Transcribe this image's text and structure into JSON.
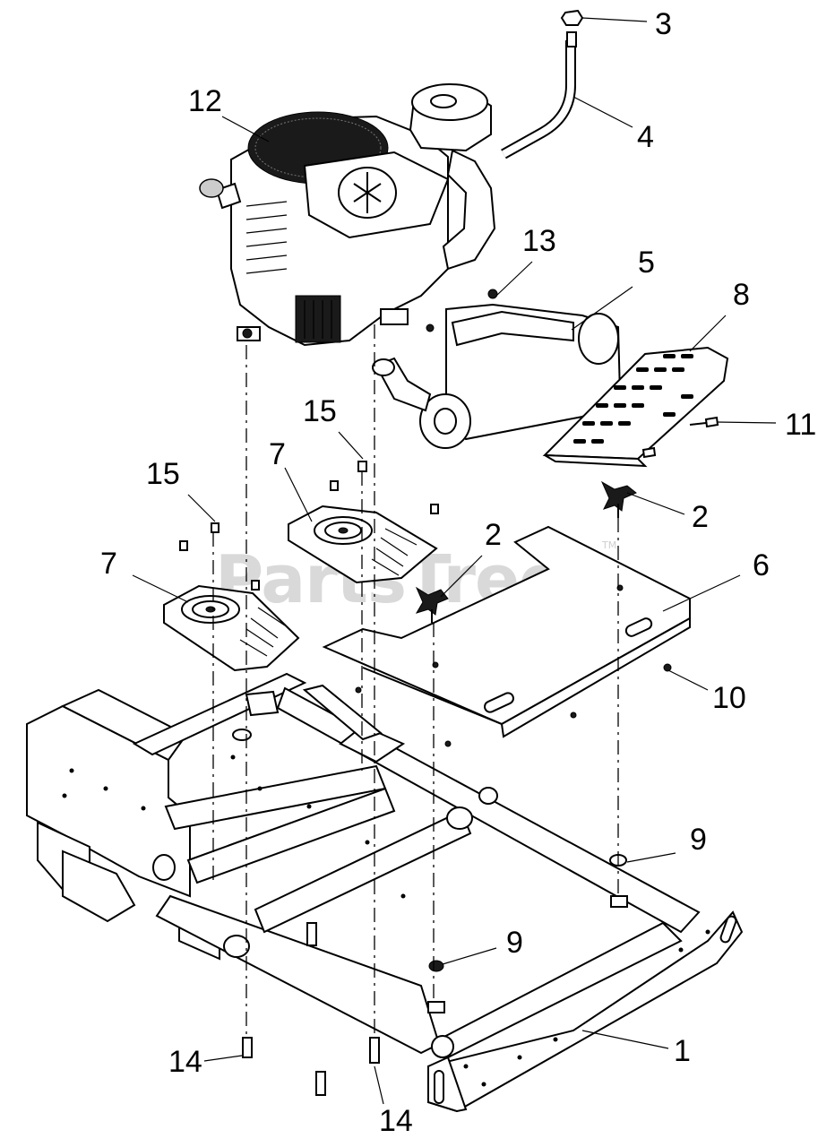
{
  "watermark": {
    "text": "PartsTree",
    "trademark": "TM"
  },
  "callouts": [
    {
      "id": "c3",
      "label": "3"
    },
    {
      "id": "c4",
      "label": "4"
    },
    {
      "id": "c12",
      "label": "12"
    },
    {
      "id": "c13",
      "label": "13"
    },
    {
      "id": "c5",
      "label": "5"
    },
    {
      "id": "c8",
      "label": "8"
    },
    {
      "id": "c11",
      "label": "11"
    },
    {
      "id": "c15a",
      "label": "15"
    },
    {
      "id": "c15b",
      "label": "15"
    },
    {
      "id": "c7a",
      "label": "7"
    },
    {
      "id": "c7b",
      "label": "7"
    },
    {
      "id": "c2a",
      "label": "2"
    },
    {
      "id": "c2b",
      "label": "2"
    },
    {
      "id": "c6",
      "label": "6"
    },
    {
      "id": "c10",
      "label": "10"
    },
    {
      "id": "c9a",
      "label": "9"
    },
    {
      "id": "c9b",
      "label": "9"
    },
    {
      "id": "c1",
      "label": "1"
    },
    {
      "id": "c14a",
      "label": "14"
    },
    {
      "id": "c14b",
      "label": "14"
    }
  ]
}
